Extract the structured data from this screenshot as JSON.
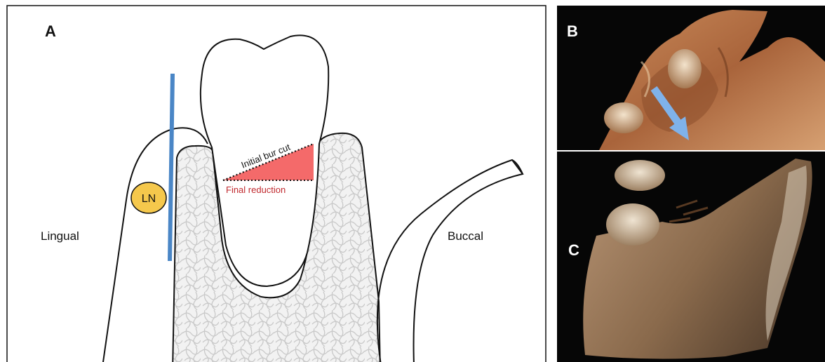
{
  "panel_a": {
    "letter": "A",
    "lingual_label": "Lingual",
    "buccal_label": "Buccal",
    "nerve_label": "LN",
    "cut_label": "Initial bur cut",
    "reduction_label": "Final reduction",
    "colors": {
      "nerve_line": "#4a86c6",
      "nerve_fill": "#f5c84c",
      "reduction_fill": "#f46a6a",
      "reduction_text": "#c0282d",
      "outline": "#111111"
    }
  },
  "panel_b": {
    "letter": "B",
    "arrow_color": "#7fb2ea",
    "arrow_icon": "down-right-arrow-icon"
  },
  "panel_c": {
    "letter": "C"
  }
}
